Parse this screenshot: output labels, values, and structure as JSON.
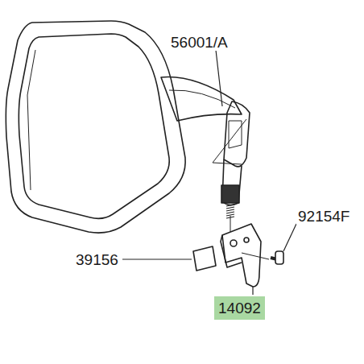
{
  "diagram": {
    "nodes": [
      {
        "text": [
          "14092"
        ]
      }
    ],
    "labels": [
      "56001/A",
      "92154F",
      "39156"
    ]
  }
}
